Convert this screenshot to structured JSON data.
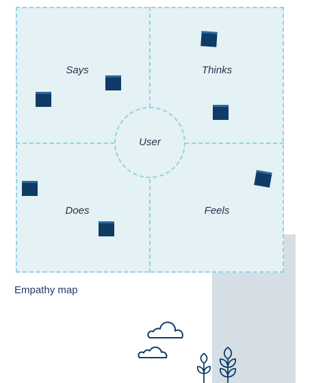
{
  "quadrants": {
    "says": "Says",
    "thinks": "Thinks",
    "does": "Does",
    "feels": "Feels"
  },
  "center": {
    "label": "User"
  },
  "caption": "Empathy map",
  "colors": {
    "board_fill": "#e4f1f5",
    "dashed_line": "#8fd3e3",
    "sticky_note": "#0f3b66",
    "background_numeral": "#d5dee5",
    "text": "#26354d"
  },
  "icons": [
    "cloud-icon",
    "sprout-icon"
  ]
}
